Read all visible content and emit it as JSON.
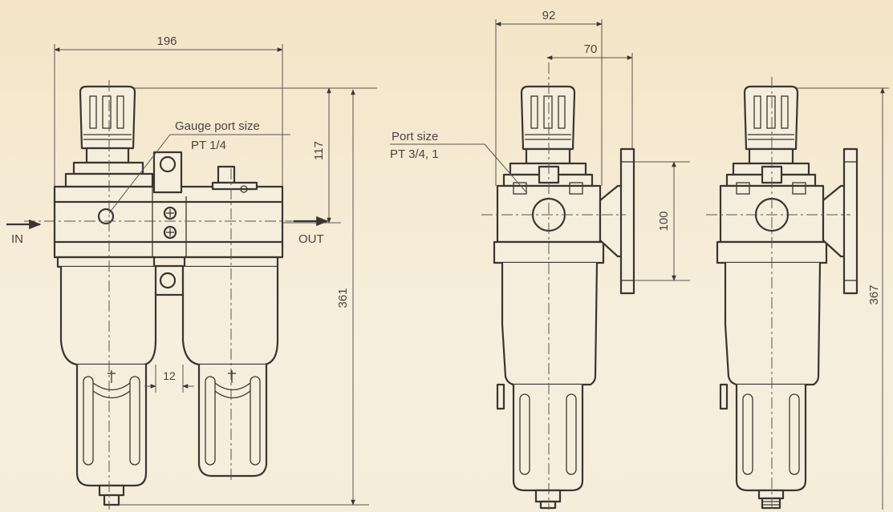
{
  "left_view": {
    "width_dim": "196",
    "top_dim": "117",
    "height_dim": "361",
    "gap_dim": "12",
    "gauge_label_line1": "Gauge port size",
    "gauge_label_line2": "PT 1/4",
    "inlet_label": "IN",
    "outlet_label": "OUT"
  },
  "middle_view": {
    "width_dim": "92",
    "offset_dim": "70",
    "flange_dim": "100",
    "port_label_line1": "Port size",
    "port_label_line2": "PT 3/4, 1"
  },
  "right_view": {
    "height_dim": "367"
  }
}
